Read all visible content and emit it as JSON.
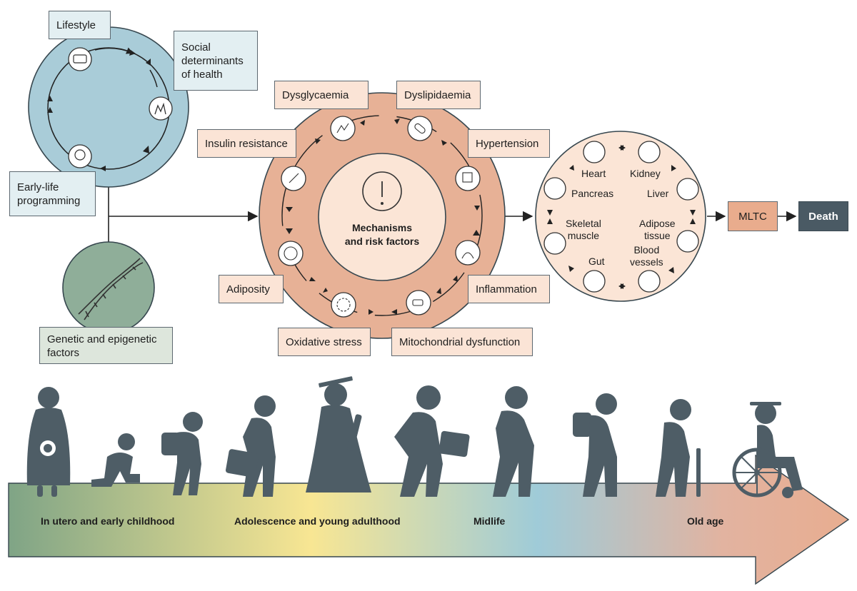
{
  "determinants": {
    "lifestyle": "Lifestyle",
    "social_l1": "Social",
    "social_l2": "determinants",
    "social_l3": "of health",
    "early_l1": "Early-life",
    "early_l2": "programming",
    "genetic_l1": "Genetic and epigenetic",
    "genetic_l2": "factors"
  },
  "mechanisms": {
    "center_l1": "Mechanisms",
    "center_l2": "and risk factors",
    "dysglycaemia": "Dysglycaemia",
    "dyslipidaemia": "Dyslipidaemia",
    "insulin_resistance": "Insulin resistance",
    "hypertension": "Hypertension",
    "adiposity": "Adiposity",
    "inflammation": "Inflammation",
    "oxidative_stress": "Oxidative stress",
    "mitochondrial_dysfunction": "Mitochondrial dysfunction"
  },
  "organs": {
    "heart": "Heart",
    "kidney": "Kidney",
    "pancreas": "Pancreas",
    "liver": "Liver",
    "skeletal_l1": "Skeletal",
    "skeletal_l2": "muscle",
    "adipose_l1": "Adipose",
    "adipose_l2": "tissue",
    "gut": "Gut",
    "blood_l1": "Blood",
    "blood_l2": "vessels"
  },
  "outcomes": {
    "mltc": "MLTC",
    "death": "Death"
  },
  "life_stages": {
    "early": "In utero and early childhood",
    "adolescence": "Adolescence and young adulthood",
    "midlife": "Midlife",
    "old_age": "Old age"
  },
  "colors": {
    "blue_circle": "#a9ccd8",
    "peach_circle": "#e7b196",
    "peach_light": "#fbe5d6",
    "green_circle": "#8fae99",
    "figure": "#4e5d66",
    "death": "#4a5a64",
    "arrow_green": "#7fa486",
    "arrow_yellow": "#f8e693",
    "arrow_blue": "#9fcbd8",
    "arrow_peach": "#e8ad90"
  },
  "icons": [
    "lifestyle-icon",
    "social-determinants-icon",
    "baby-icon",
    "dna-icon",
    "warning-icon",
    "dysglycaemia-icon",
    "dyslipidaemia-icon",
    "insulin-resistance-icon",
    "hypertension-icon",
    "adiposity-icon",
    "inflammation-icon",
    "oxidative-stress-icon",
    "mitochondrial-icon",
    "heart-icon",
    "kidney-icon",
    "pancreas-icon",
    "liver-icon",
    "skeletal-muscle-icon",
    "adipose-tissue-icon",
    "gut-icon",
    "blood-vessels-icon",
    "pregnant-woman-icon",
    "crawling-child-icon",
    "schoolchild-icon",
    "student-icon",
    "graduate-icon",
    "adult-briefcase-icon",
    "midlife-walker-icon",
    "elderly-stooped-icon",
    "elderly-cane-icon",
    "wheelchair-user-icon"
  ]
}
